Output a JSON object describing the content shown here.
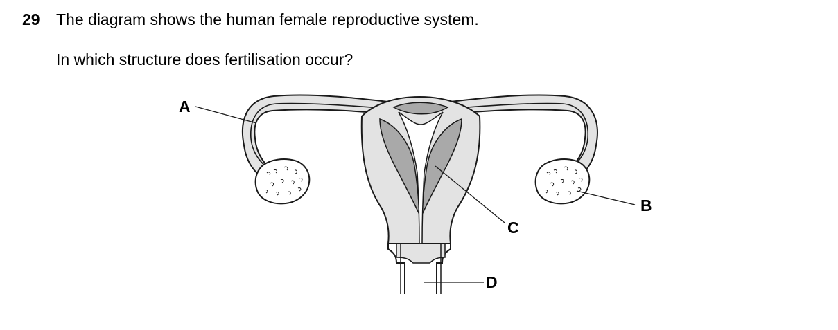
{
  "question": {
    "number": "29",
    "statement": "The diagram shows the human female reproductive system.",
    "prompt": "In which structure does fertilisation occur?"
  },
  "labels": {
    "a": "A",
    "b": "B",
    "c": "C",
    "d": "D"
  },
  "colors": {
    "tissue_light": "#e3e3e3",
    "tissue_dark": "#a9a9a9",
    "outline": "#1a1a1a"
  }
}
